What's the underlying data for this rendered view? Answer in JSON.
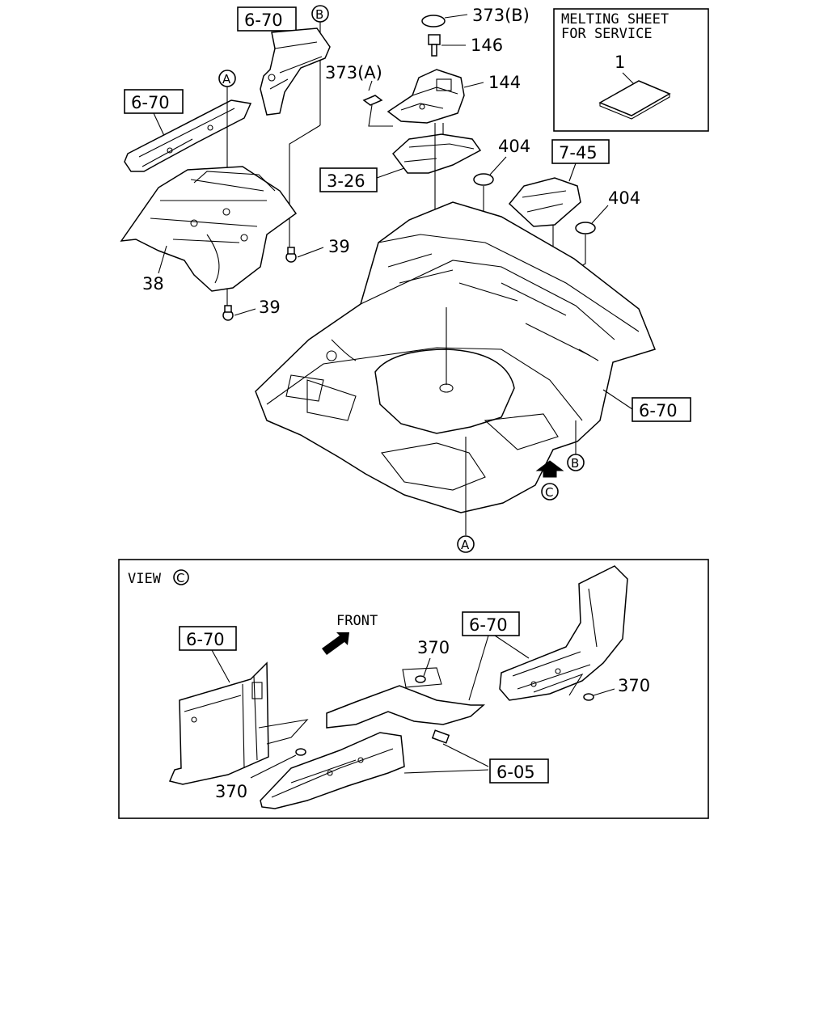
{
  "service_box": {
    "line1": "MELTING SHEET",
    "line2": "FOR SERVICE",
    "item": "1"
  },
  "view_label": "VIEW",
  "front_label": "FRONT",
  "circle_markers": {
    "a": "A",
    "b": "B",
    "c": "C"
  },
  "refs": {
    "r670_top": "6-70",
    "r670_left": "6-70",
    "r670_right": "6-70",
    "r670_view_left": "6-70",
    "r670_view_right": "6-70",
    "r745": "7-45",
    "r326": "3-26",
    "r605": "6-05"
  },
  "parts": {
    "p373b": "373(B)",
    "p146": "146",
    "p373a": "373(A)",
    "p144": "144",
    "p404a": "404",
    "p404b": "404",
    "p39a": "39",
    "p39b": "39",
    "p38": "38",
    "p370a": "370",
    "p370b": "370",
    "p370c": "370"
  }
}
